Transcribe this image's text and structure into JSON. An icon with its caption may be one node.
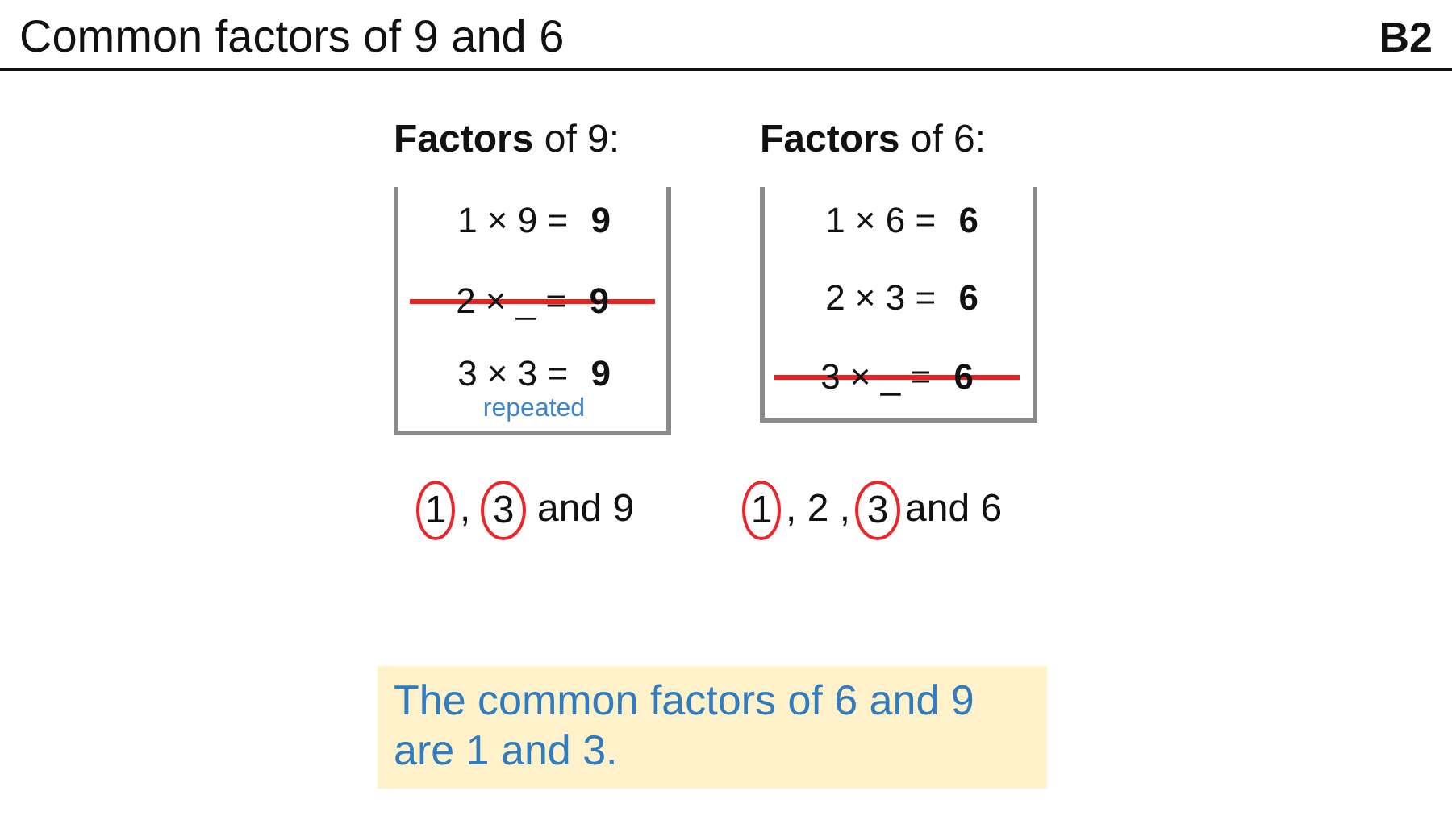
{
  "diagram": {
    "title": "Common factors of 9 and 6",
    "nodes": [
      {
        "text": [
          "**Factors** of 9:",
          "1 × 9 = **9**",
          "2 × _ = **9**",
          "3 × 3 = **9**",
          "repeated"
        ]
      },
      {
        "text": [
          "**Factors** of 6:",
          "1 × 6 = **6**",
          "2 × 3 = **6**",
          "3 × _ = **6**"
        ]
      },
      {
        "text": [
          "1"
        ]
      },
      {
        "text": [
          "3"
        ]
      },
      {
        "text": [
          "1"
        ]
      },
      {
        "text": [
          "3"
        ]
      },
      {
        "text": [
          "The common factors of 6 and 9 are 1 and 3."
        ]
      }
    ],
    "labels": [
      "B2",
      ",",
      "and 9",
      ", 2 ,",
      "and 6"
    ]
  }
}
